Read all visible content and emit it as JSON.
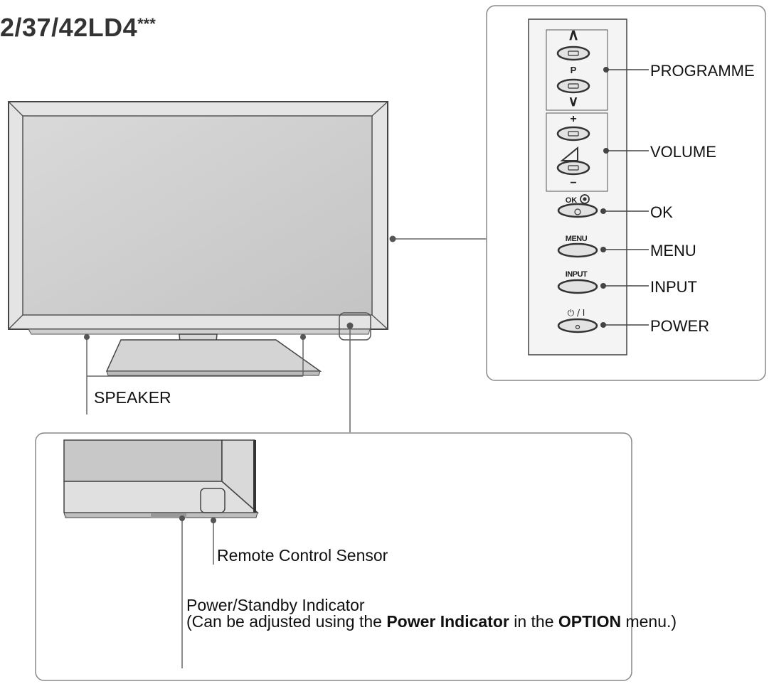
{
  "title": {
    "model": "2/37/42LD4",
    "suffix": "***"
  },
  "side_controls": {
    "button_marks": {
      "programme_up": "∧",
      "programme": "P",
      "programme_down": "∨",
      "volume_up": "+",
      "volume_down": "−",
      "ok": "OK",
      "menu": "MENU",
      "input": "INPUT",
      "power": "⏻ / I"
    },
    "labels": {
      "programme": "PROGRAMME",
      "volume": "VOLUME",
      "ok": "OK",
      "menu": "MENU",
      "input": "INPUT",
      "power": "POWER"
    }
  },
  "speaker_label": "SPEAKER",
  "detail": {
    "sensor_label": "Remote Control Sensor",
    "indicator_label": "Power/Standby Indicator",
    "note_before": "(Can be adjusted using the ",
    "note_bold_1": "Power Indicator",
    "note_middle": " in the ",
    "note_bold_2": "OPTION",
    "note_after": " menu.)"
  },
  "colors": {
    "screen": "#cfcfcf",
    "bezel": "#e2e2e2",
    "line": "#555555",
    "panel_border": "#888888"
  }
}
